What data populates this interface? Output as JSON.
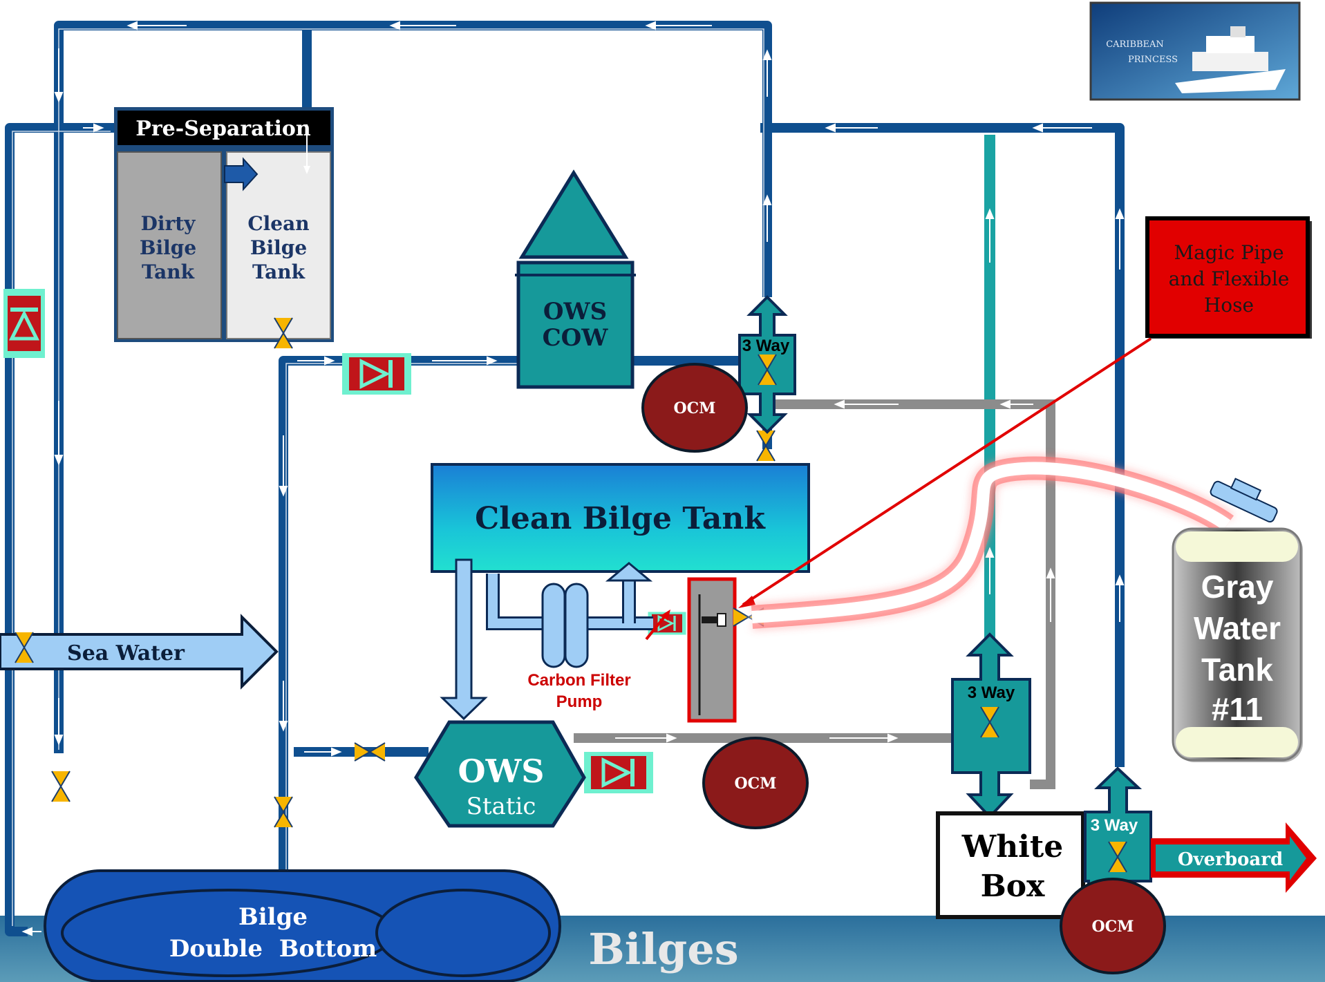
{
  "logo": {
    "line1": "CARIBBEAN",
    "line2": "PRINCESS"
  },
  "pre_separation": {
    "title": "Pre-Separation",
    "dirty_tank": [
      "Dirty",
      "Bilge",
      "Tank"
    ],
    "clean_tank": [
      "Clean",
      "Bilge",
      "Tank"
    ]
  },
  "ows_cow": {
    "line1": "OWS",
    "line2": "COW"
  },
  "ows_static": {
    "line1": "OWS",
    "line2": "Static"
  },
  "clean_bilge_tank": "Clean Bilge Tank",
  "sea_water": "Sea Water",
  "carbon_filter": {
    "line1": "Carbon Filter",
    "line2": "Pump"
  },
  "ocm_label": "OCM",
  "three_way_label": "3 Way",
  "magic_pipe": [
    "Magic Pipe",
    "and Flexible",
    "Hose"
  ],
  "gray_water": [
    "Gray",
    "Water",
    "Tank",
    "#11"
  ],
  "white_box": [
    "White",
    "Box"
  ],
  "overboard": "Overboard",
  "bilge_double_bottom": {
    "line1": "Bilge",
    "line2": "Double  Bottom"
  },
  "bilges": "Bilges",
  "colors": {
    "pipe_dark": "#0f4f8f",
    "pipe_teal": "#1aa3a3",
    "pipe_gray": "#8c8c8c",
    "teal_fill": "#16999a",
    "ocm_fill": "#8b1a1a",
    "valve_yellow": "#f7b500",
    "magic_red": "#e10000"
  }
}
